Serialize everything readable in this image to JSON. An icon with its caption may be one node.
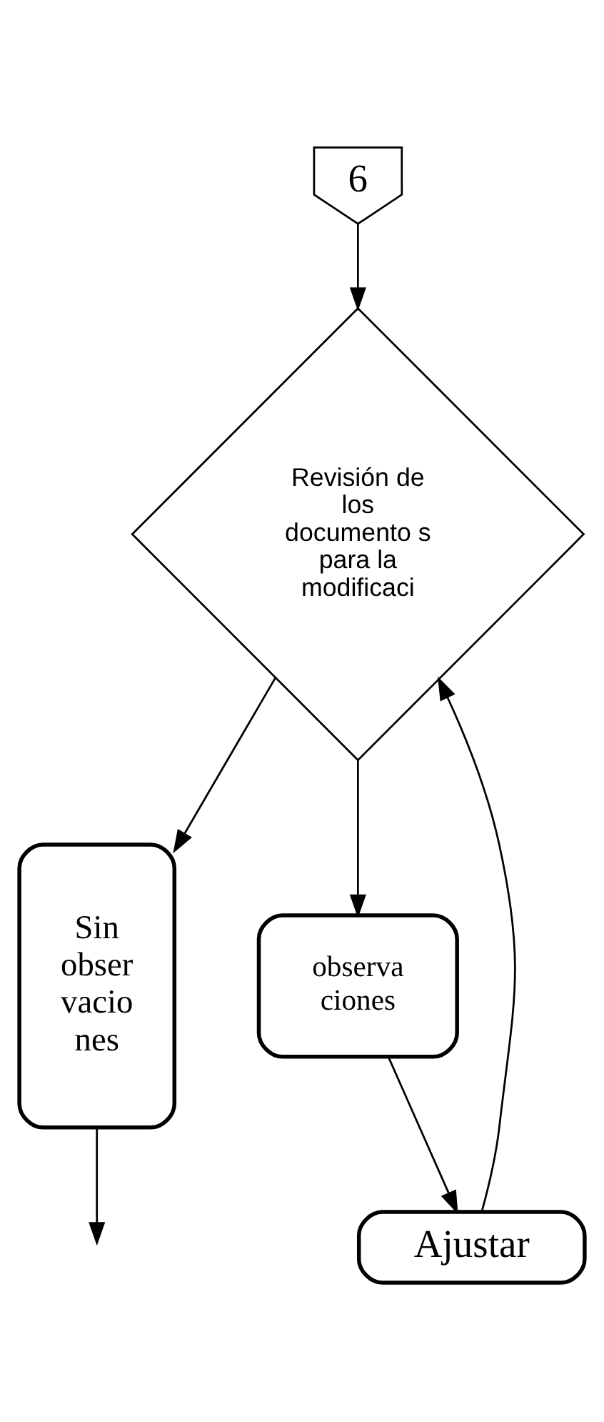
{
  "diagram": {
    "nodes": [
      {
        "text": [
          "6"
        ]
      },
      {
        "text": [
          "Revisión de los documento s para la modificaci"
        ]
      },
      {
        "text": [
          "Ajustar"
        ]
      },
      {
        "text": [
          "Sin obser vacio nes"
        ]
      },
      {
        "text": [
          "observa ciones"
        ]
      }
    ],
    "edges": [
      {
        "from": 0,
        "to": 1,
        "arrow": "to"
      },
      {
        "from": 1,
        "to": 3,
        "arrow": "to"
      },
      {
        "from": 1,
        "to": 4,
        "arrow": "to"
      },
      {
        "from": 4,
        "to": 2,
        "arrow": "to"
      },
      {
        "from": 2,
        "to": 1,
        "arrow": "to"
      },
      {
        "from": 3,
        "to": null,
        "arrow": "to"
      }
    ]
  }
}
